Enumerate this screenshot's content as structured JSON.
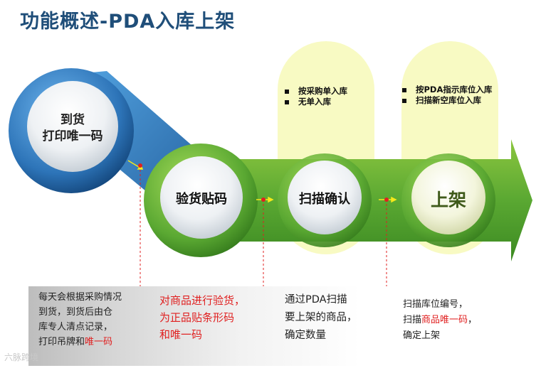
{
  "title": "功能概述-PDA入库上架",
  "steps": [
    {
      "line1": "到货",
      "line2": "打印唯一码"
    },
    {
      "label": "验货贴码"
    },
    {
      "label": "扫描确认"
    },
    {
      "label": "上架"
    }
  ],
  "bullets_scan": [
    "按采购单入库",
    "无单入库"
  ],
  "bullets_shelf": [
    "按PDA指示库位入库",
    "扫描新空库位入库"
  ],
  "descriptions": {
    "d1": {
      "l1": "每天会根据采购情况",
      "l2": "到货，到货后由仓",
      "l3": "库专人清点记录，",
      "l4a": "打印吊牌和",
      "l4b": "唯一码"
    },
    "d2": {
      "l1": "对商品进行验货，",
      "l2": "为正品贴条形码",
      "l3": "和唯一码"
    },
    "d3": {
      "l1": "通过PDA扫描",
      "l2": "要上架的商品，",
      "l3": "确定数量"
    },
    "d4": {
      "l1": "扫描库位编号，",
      "l2a": "扫描",
      "l2b": "商品唯一码",
      "l2c": "，",
      "l3": "确定上架"
    }
  },
  "watermark": "六脉跨境",
  "colors": {
    "title": "#1f4e79",
    "green": "#5aa832",
    "blue": "#2f7fc1",
    "yellow": "#f7f9b8",
    "red": "#e02020"
  }
}
